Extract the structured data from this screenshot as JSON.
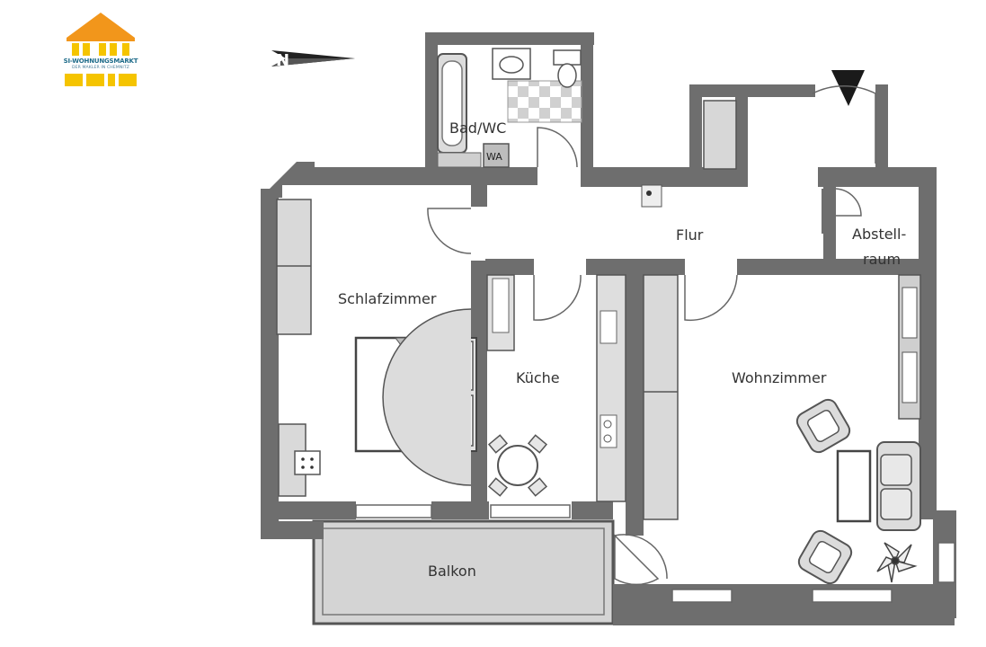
{
  "logo": {
    "brand": "SI-WOHNUNGSMARKT",
    "tagline": "DER MAKLER IN CHEMNITZ",
    "roof_color": "#f2961b",
    "mark_color": "#f5c400",
    "text_color": "#1f6c8a"
  },
  "compass": {
    "label": "N"
  },
  "rooms": {
    "bad": "Bad/WC",
    "wa": "WA",
    "flur": "Flur",
    "abstell_1": "Abstell-",
    "abstell_2": "raum",
    "schlaf": "Schlafzimmer",
    "kueche": "Küche",
    "wohn": "Wohnzimmer",
    "balkon": "Balkon"
  },
  "colors": {
    "wall": "#6e6e6e",
    "fixture_fill": "#d9d9d9",
    "balcony_fill": "#d4d4d4",
    "line": "#555555"
  }
}
